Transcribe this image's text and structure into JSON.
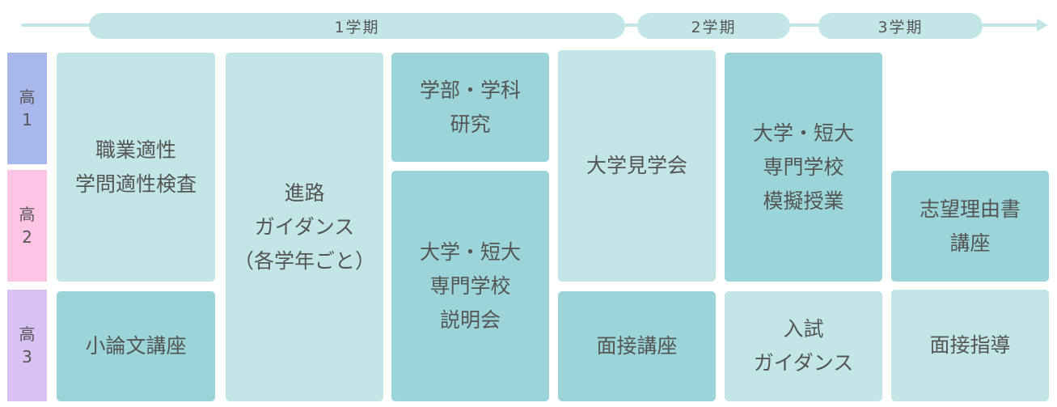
{
  "timeline": {
    "terms": [
      "1学期",
      "2学期",
      "3学期"
    ]
  },
  "grades": [
    "高\n1",
    "高\n2",
    "高\n3"
  ],
  "grade_colors": [
    "#a8b8ec",
    "#fcc5e6",
    "#d9c1f3"
  ],
  "colors": {
    "light": "#c2e6e8",
    "dark": "#9bd5d9"
  },
  "events": [
    "職業適性\n学問適性検査",
    "小論文講座",
    "進路\nガイダンス\n（各学年ごと）",
    "学部・学科\n研究",
    "大学・短大\n専門学校\n説明会",
    "大学見学会",
    "面接講座",
    "大学・短大\n専門学校\n模擬授業",
    "入試\nガイダンス",
    "志望理由書\n講座",
    "面接指導"
  ]
}
